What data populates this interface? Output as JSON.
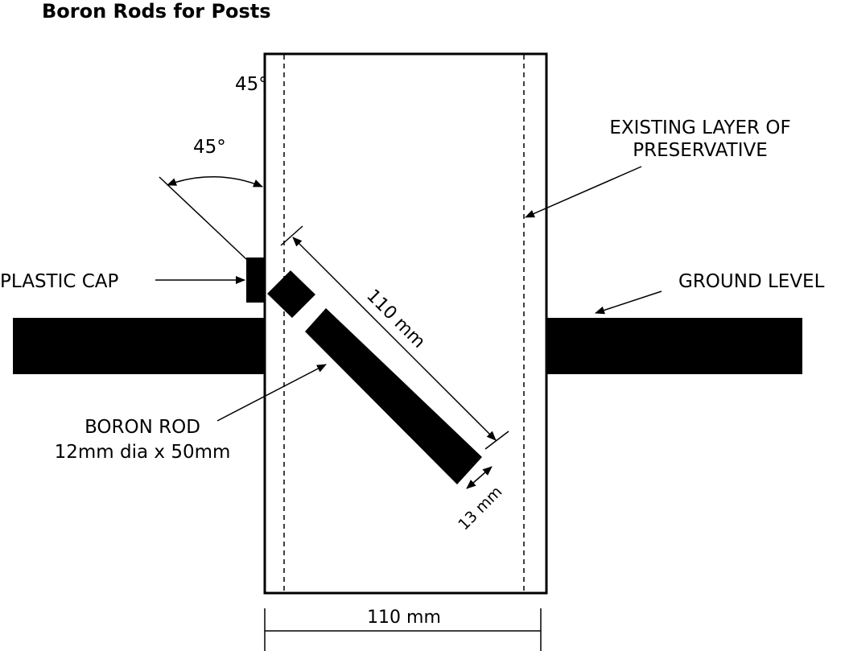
{
  "title": "Boron Rods for Posts",
  "labels": {
    "angle_top": "45°",
    "angle_arc": "45°",
    "preservative_line1": "EXISTING LAYER OF",
    "preservative_line2": "PRESERVATIVE",
    "plastic_cap": "PLASTIC CAP",
    "ground_level": "GROUND LEVEL",
    "boron_rod_line1": "BORON ROD",
    "boron_rod_line2": "12mm dia x 50mm",
    "hole_length": "110 mm",
    "offset": "13 mm",
    "post_width": "110 mm"
  },
  "colors": {
    "ink": "#000000",
    "paper": "#ffffff"
  }
}
